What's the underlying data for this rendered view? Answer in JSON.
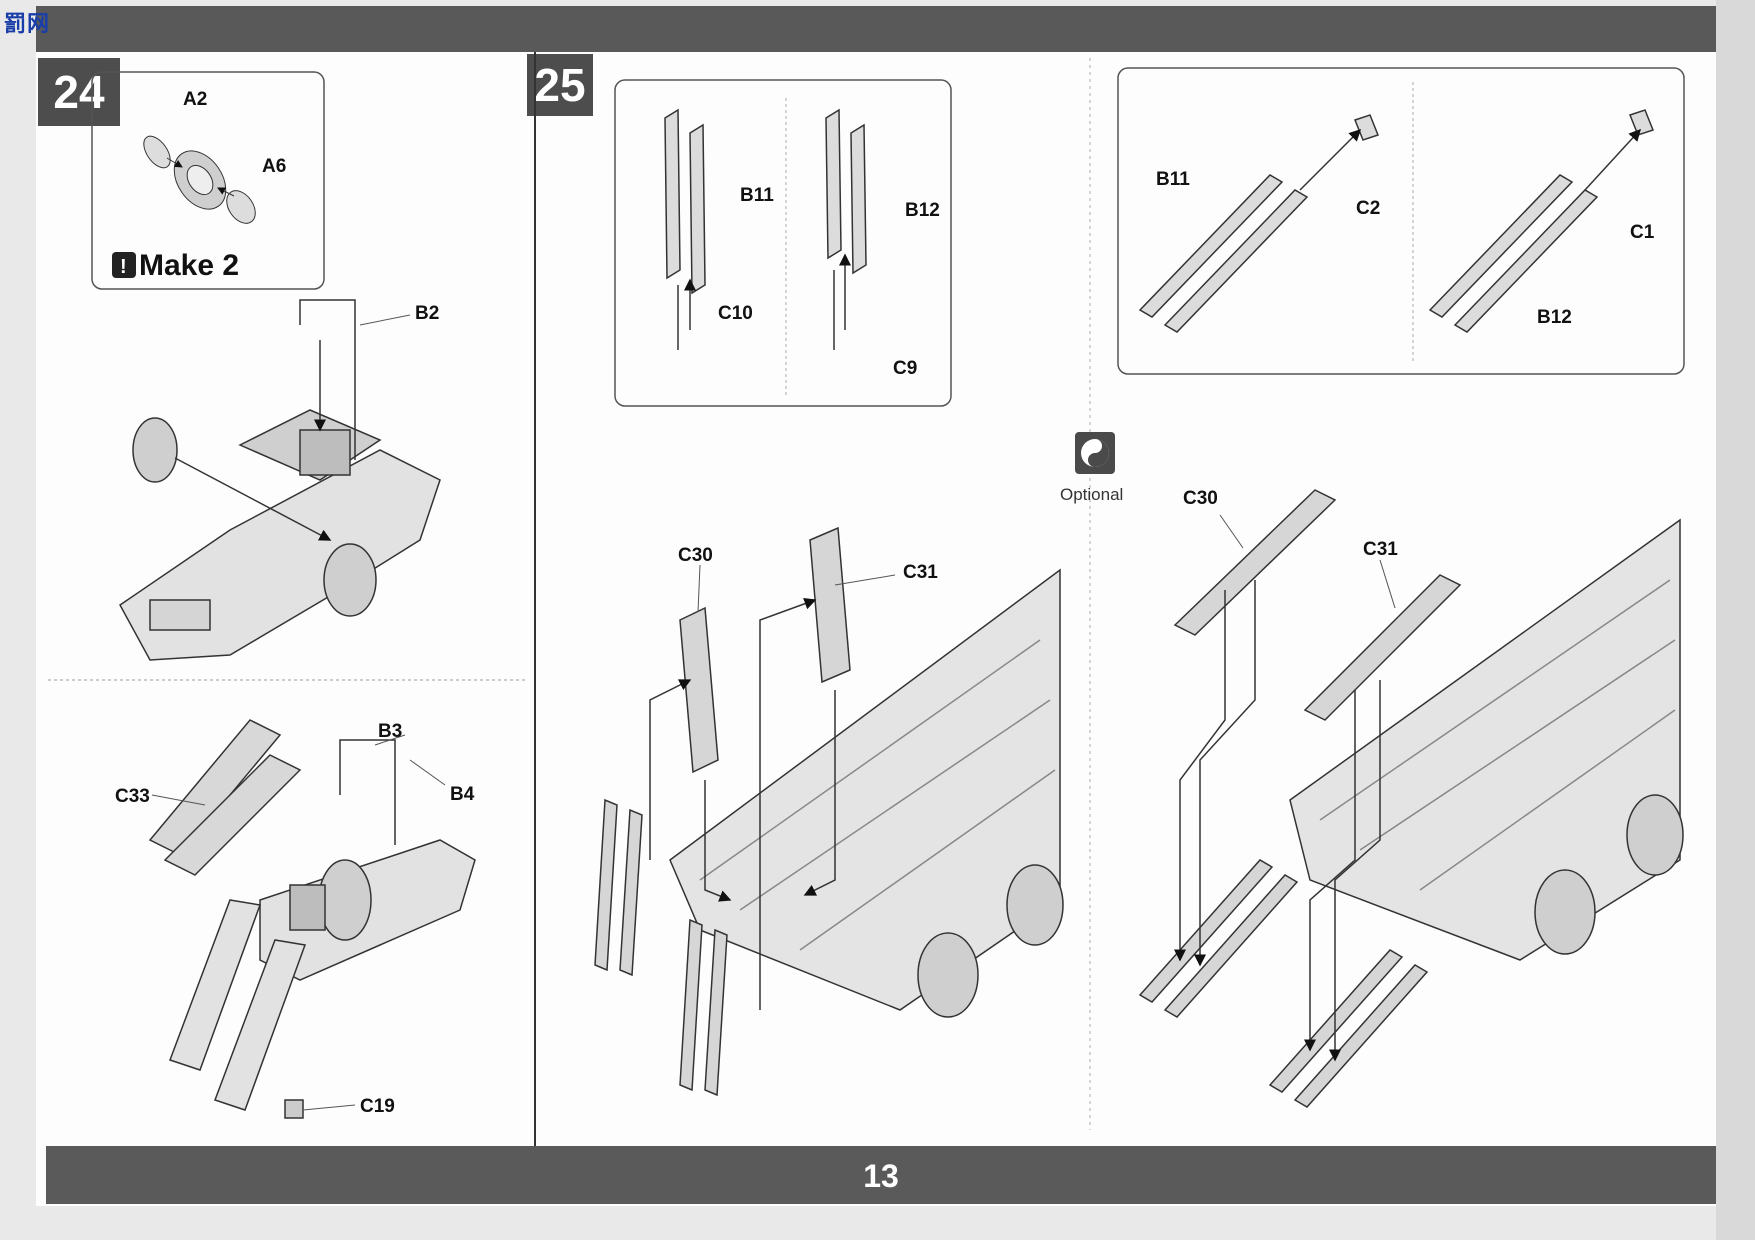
{
  "page": {
    "number": "13"
  },
  "watermark": {
    "text": "罰网"
  },
  "step24": {
    "number": "24",
    "wheel_labels": [
      "A2",
      "A6"
    ],
    "make_note": "Make 2",
    "labels": [
      "B2",
      "B3",
      "B4",
      "C33",
      "C19"
    ]
  },
  "step25": {
    "number": "25",
    "detail_labels": [
      "B11",
      "B12",
      "C10",
      "C9"
    ],
    "alt_detail_labels": [
      "B11",
      "C2",
      "C1",
      "B12"
    ],
    "optional_label": "Optional",
    "main_labels": [
      "C30",
      "C31"
    ],
    "optional_main_labels": [
      "C30",
      "C31"
    ]
  }
}
